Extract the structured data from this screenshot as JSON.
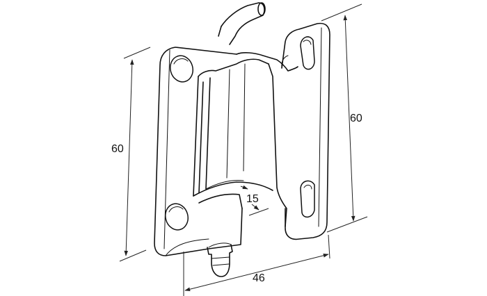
{
  "dimensions": {
    "left_height": "60",
    "right_height": "60",
    "width": "46",
    "leaf_gap": "15"
  }
}
